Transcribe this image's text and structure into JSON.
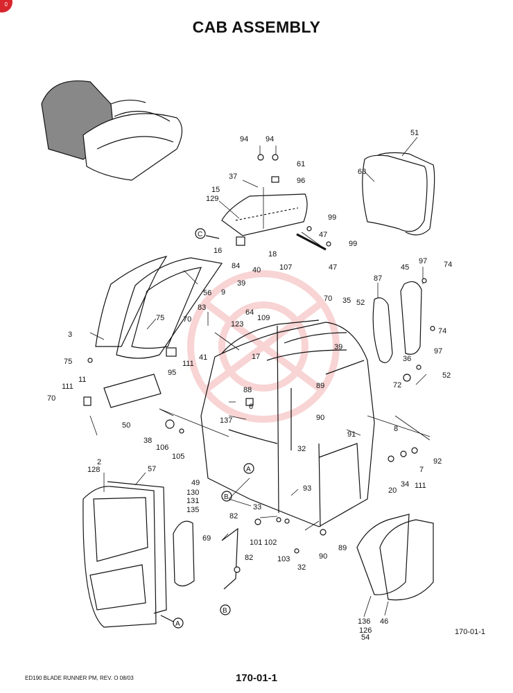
{
  "header": {
    "title": "CAB ASSEMBLY",
    "corner_badge": "0",
    "badge_color": "#d8262c"
  },
  "watermark_color": "#f3b2b2",
  "figure_id": "170-01-1",
  "footer": {
    "left": "ED190 BLADE RUNNER PM,  REV. O  08/03",
    "page": "170-01-1"
  },
  "callout_letters": [
    "A",
    "B",
    "C"
  ],
  "part_labels": [
    "94",
    "94",
    "61",
    "96",
    "37",
    "15",
    "129",
    "51",
    "63",
    "99",
    "47",
    "99",
    "47",
    "16",
    "84",
    "40",
    "107",
    "18",
    "97",
    "74",
    "45",
    "39",
    "9",
    "83",
    "56",
    "87",
    "70",
    "35",
    "52",
    "64",
    "109",
    "123",
    "75",
    "3",
    "70",
    "111",
    "41",
    "17",
    "39",
    "74",
    "97",
    "95",
    "75",
    "36",
    "52",
    "72",
    "111",
    "11",
    "70",
    "50",
    "88",
    "6",
    "137",
    "89",
    "90",
    "38",
    "106",
    "105",
    "91",
    "8",
    "32",
    "92",
    "7",
    "2",
    "128",
    "57",
    "20",
    "34",
    "111",
    "49",
    "130",
    "131",
    "135",
    "93",
    "33",
    "82",
    "101",
    "102",
    "69",
    "103",
    "90",
    "89",
    "82",
    "32",
    "136",
    "126",
    "54",
    "46"
  ]
}
